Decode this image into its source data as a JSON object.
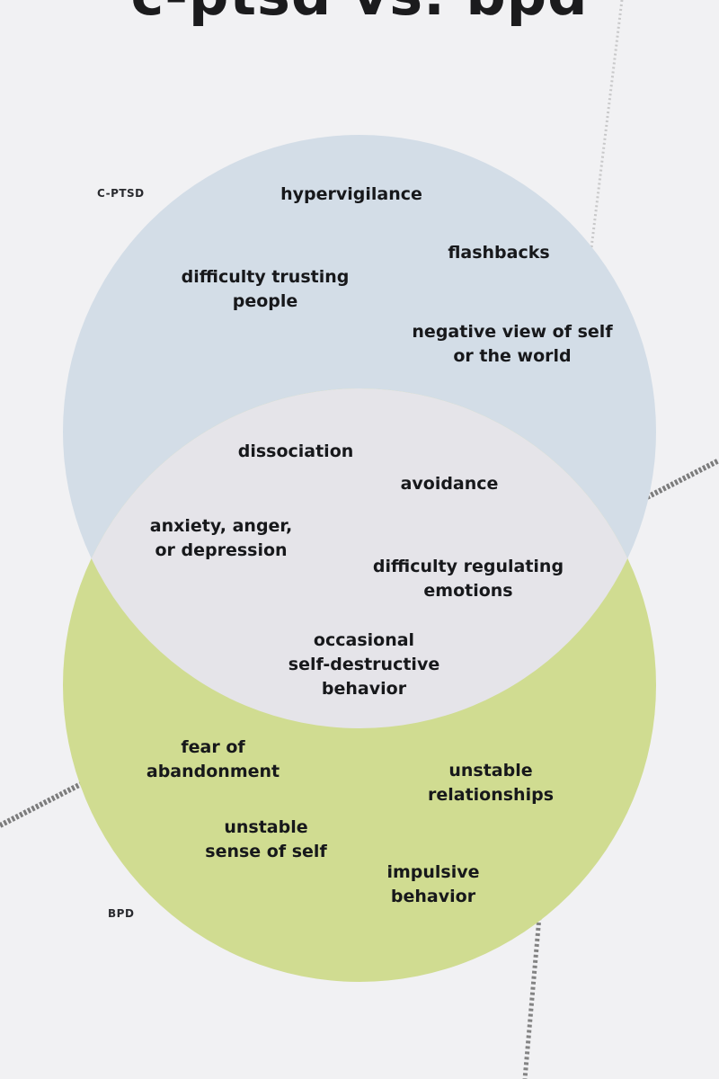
{
  "title": "c-ptsd vs. bpd",
  "colors": {
    "background": "#f1f1f3",
    "cptsd_circle": "#d3dde7",
    "bpd_circle": "#d0dc91",
    "overlap": "#e5e4e9",
    "text": "#17181b",
    "decorative_line": "#8c8c8c"
  },
  "sets": {
    "cptsd": {
      "label": "C-PTSD",
      "items": [
        "hypervigilance",
        "flashbacks",
        "difficulty trusting\npeople",
        "negative view of self\nor the world"
      ]
    },
    "overlap": {
      "items": [
        "dissociation",
        "avoidance",
        "anxiety, anger,\nor depression",
        "difficulty regulating\nemotions",
        "occasional\nself-destructive\nbehavior"
      ]
    },
    "bpd": {
      "label": "BPD",
      "items": [
        "fear of\nabandonment",
        "unstable\nrelationships",
        "unstable\nsense of self",
        "impulsive\nbehavior"
      ]
    }
  }
}
